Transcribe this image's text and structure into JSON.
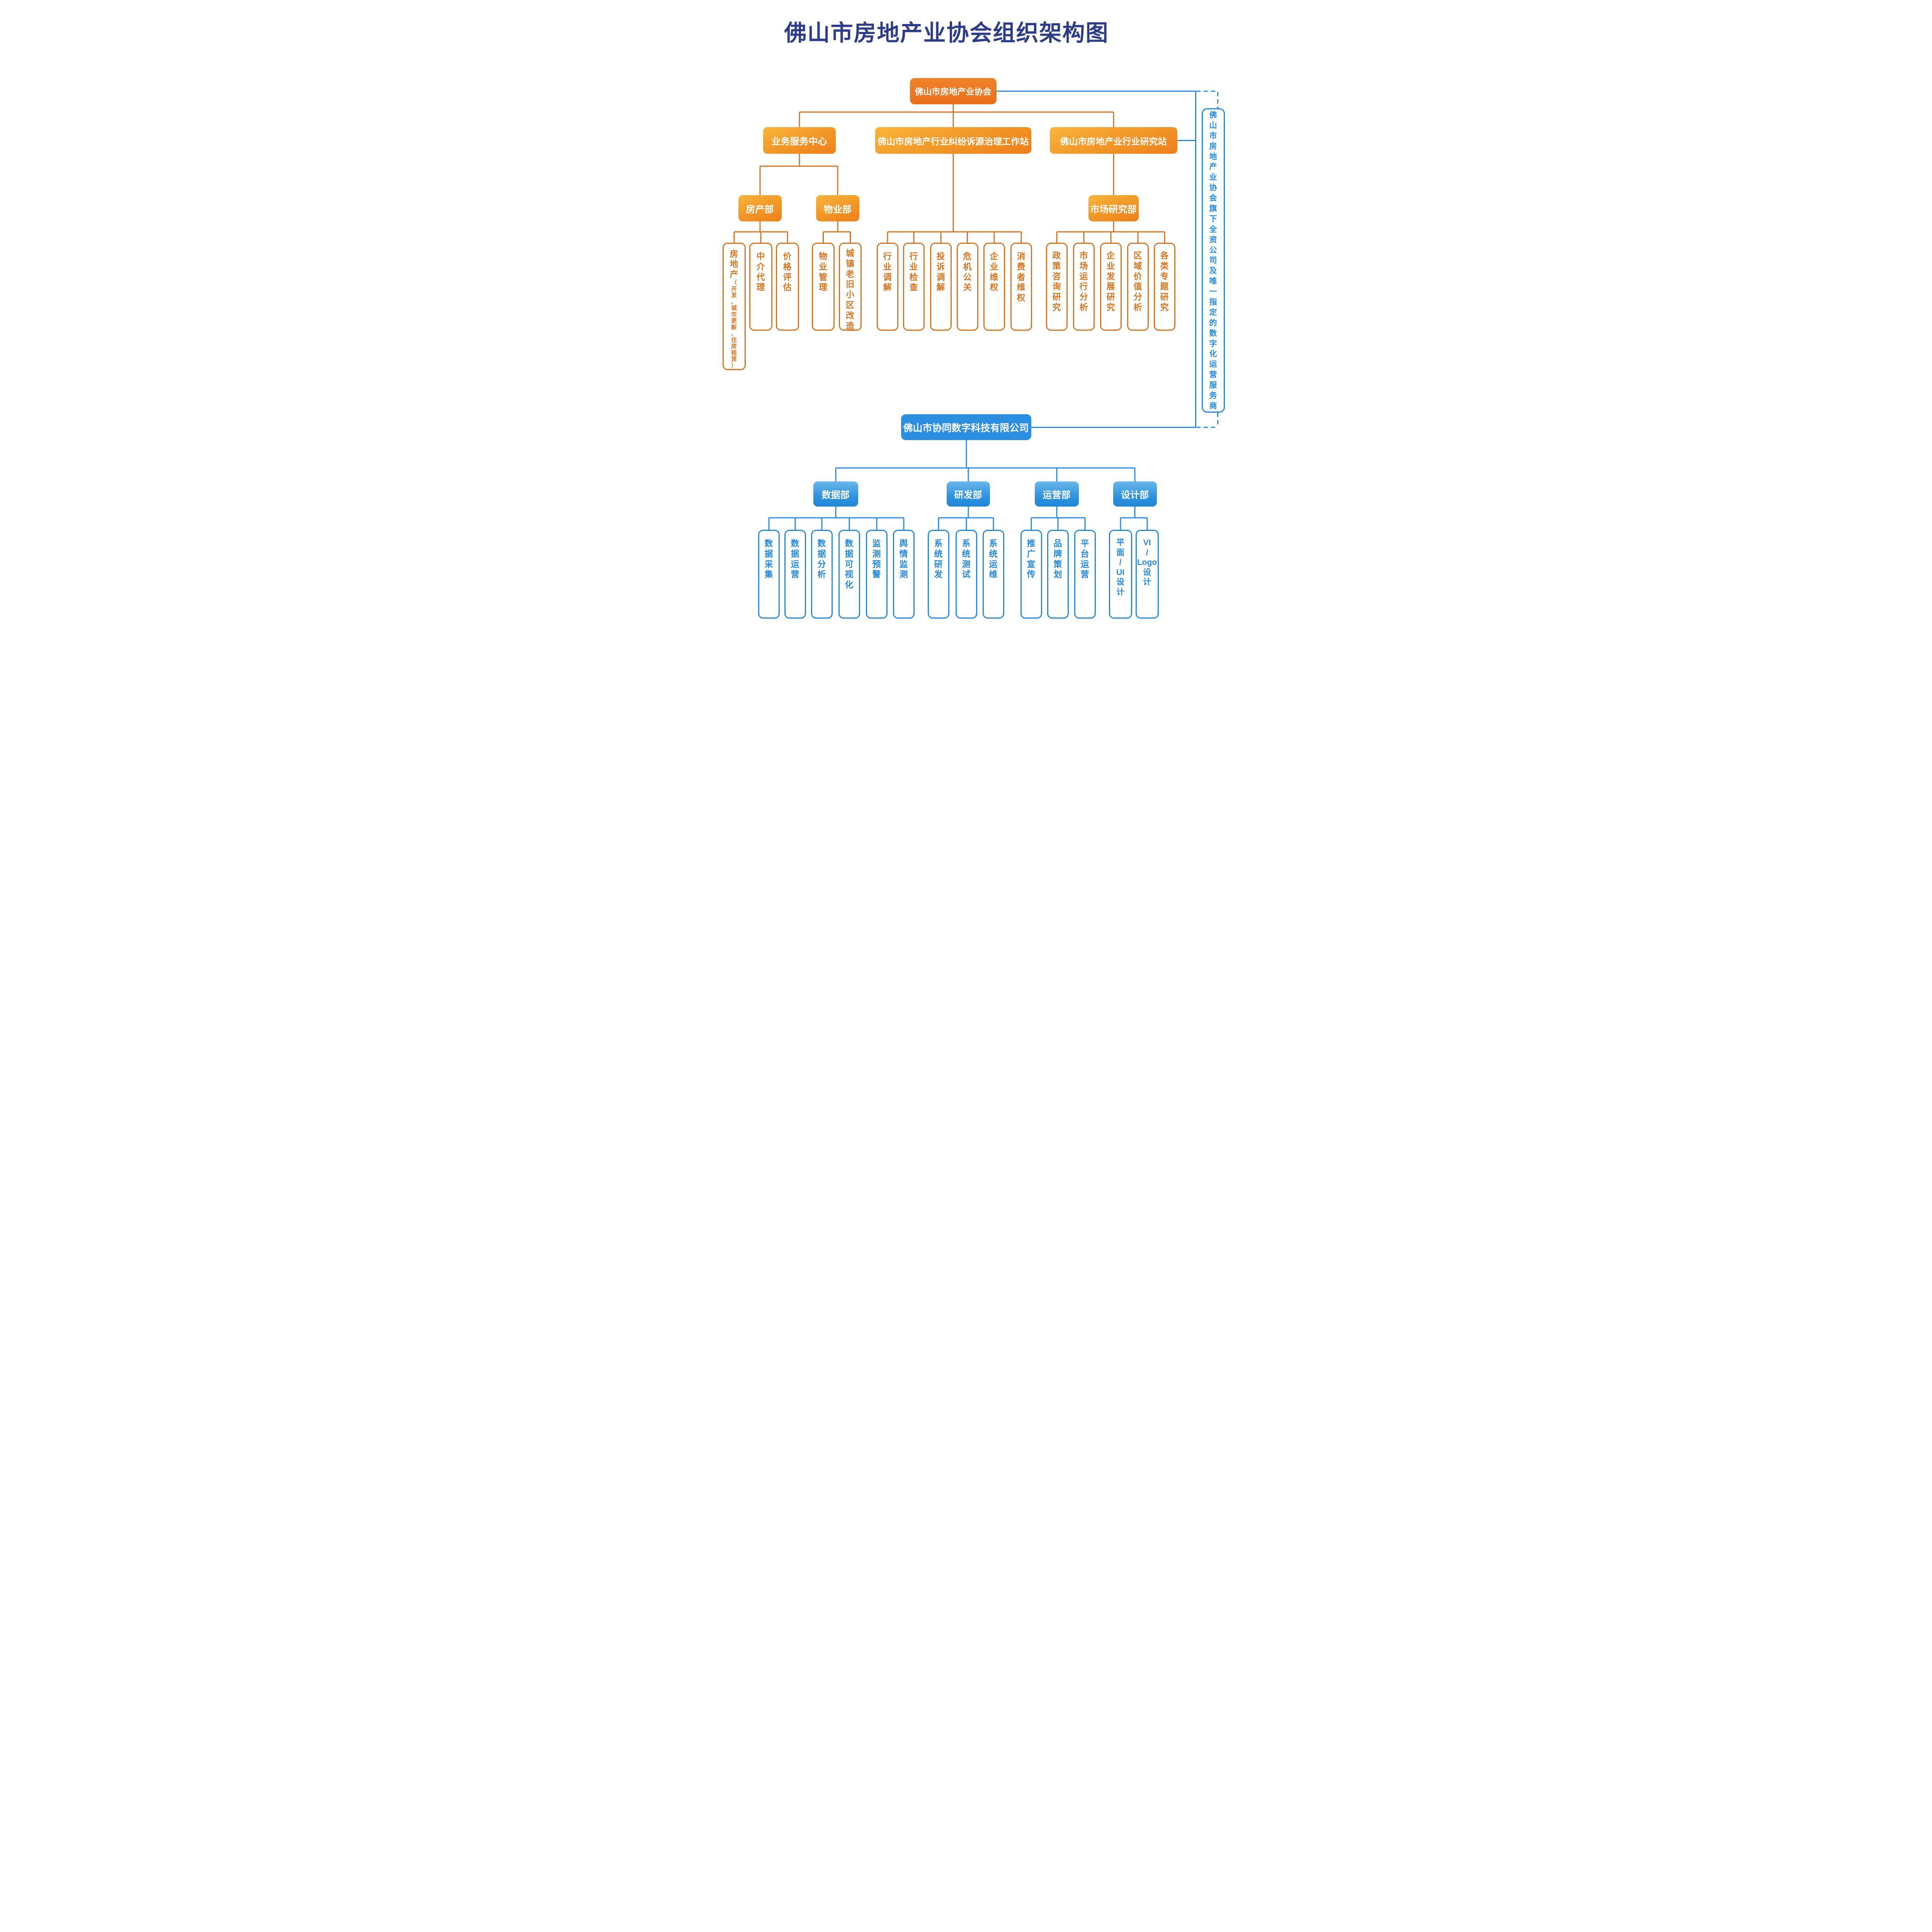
{
  "title": "佛山市房地产业协会组织架构图",
  "root": {
    "label": "佛山市房地产业协会"
  },
  "level2": {
    "business_center": {
      "label": "业务服务中心"
    },
    "dispute_workstation": {
      "label": "佛山市房地产行业纠纷诉源治理工作站"
    },
    "research_station": {
      "label": "佛山市房地产业行业研究站"
    }
  },
  "business_center": {
    "real_estate_dept": {
      "label": "房产部",
      "children": [
        {
          "label": "房\n地\n产",
          "sub": "（\n开\n发\n、\n城\n市\n更\n新\n、\n住\n房\n租\n赁\n）"
        },
        {
          "label": "中\n介\n代\n理"
        },
        {
          "label": "价\n格\n评\n估"
        }
      ]
    },
    "property_dept": {
      "label": "物业部",
      "children": [
        {
          "label": "物\n业\n管\n理"
        },
        {
          "label": "城\n镇\n老\n旧\n小\n区\n改\n造"
        }
      ]
    }
  },
  "dispute_workstation": {
    "children": [
      {
        "label": "行\n业\n调\n解"
      },
      {
        "label": "行\n业\n检\n查"
      },
      {
        "label": "投\n诉\n调\n解"
      },
      {
        "label": "危\n机\n公\n关"
      },
      {
        "label": "企\n业\n维\n权"
      },
      {
        "label": "消\n费\n者\n维\n权"
      }
    ]
  },
  "research_station": {
    "market_research_dept": {
      "label": "市场研究部",
      "children": [
        {
          "label": "政\n策\n咨\n询\n研\n究"
        },
        {
          "label": "市\n场\n运\n行\n分\n析"
        },
        {
          "label": "企\n业\n发\n展\n研\n究"
        },
        {
          "label": "区\n域\n价\n值\n分\n析"
        },
        {
          "label": "各\n类\n专\n题\n研\n究"
        }
      ]
    }
  },
  "side_note": {
    "label": "佛\n山\n市\n房\n地\n产\n业\n协\n会\n旗\n下\n全\n资\n公\n司\n及\n唯\n一\n指\n定\n的\n数\n字\n化\n运\n营\n服\n务\n商"
  },
  "subsidiary": {
    "label": "佛山市协同数字科技有限公司",
    "data_dept": {
      "label": "数据部",
      "children": [
        {
          "label": "数\n据\n采\n集"
        },
        {
          "label": "数\n据\n运\n营"
        },
        {
          "label": "数\n据\n分\n析"
        },
        {
          "label": "数\n据\n可\n视\n化"
        },
        {
          "label": "监\n测\n预\n警"
        },
        {
          "label": "舆\n情\n监\n测"
        }
      ]
    },
    "rnd_dept": {
      "label": "研发部",
      "children": [
        {
          "label": "系\n统\n研\n发"
        },
        {
          "label": "系\n统\n测\n试"
        },
        {
          "label": "系\n统\n运\n维"
        }
      ]
    },
    "operations_dept": {
      "label": "运营部",
      "children": [
        {
          "label": "推\n广\n宣\n传"
        },
        {
          "label": "品\n牌\n策\n划"
        },
        {
          "label": "平\n台\n运\n营"
        }
      ]
    },
    "design_dept": {
      "label": "设计部",
      "children": [
        {
          "label": "平\n面\n/\nUI\n设\n计"
        },
        {
          "label": "VI\n/\nLogo\n设\n计"
        }
      ]
    }
  },
  "colors": {
    "title_navy": "#2C3C87",
    "orange_solid": "#ED7622",
    "orange_gradient_top": "#F9B53B",
    "orange_gradient_bottom": "#EE7E1B",
    "orange_line": "#D4701C",
    "blue_solid": "#2B8EE0",
    "blue_gradient_top": "#69B7EB",
    "blue_gradient_bottom": "#1E85D8",
    "blue_line": "#2488DF"
  }
}
